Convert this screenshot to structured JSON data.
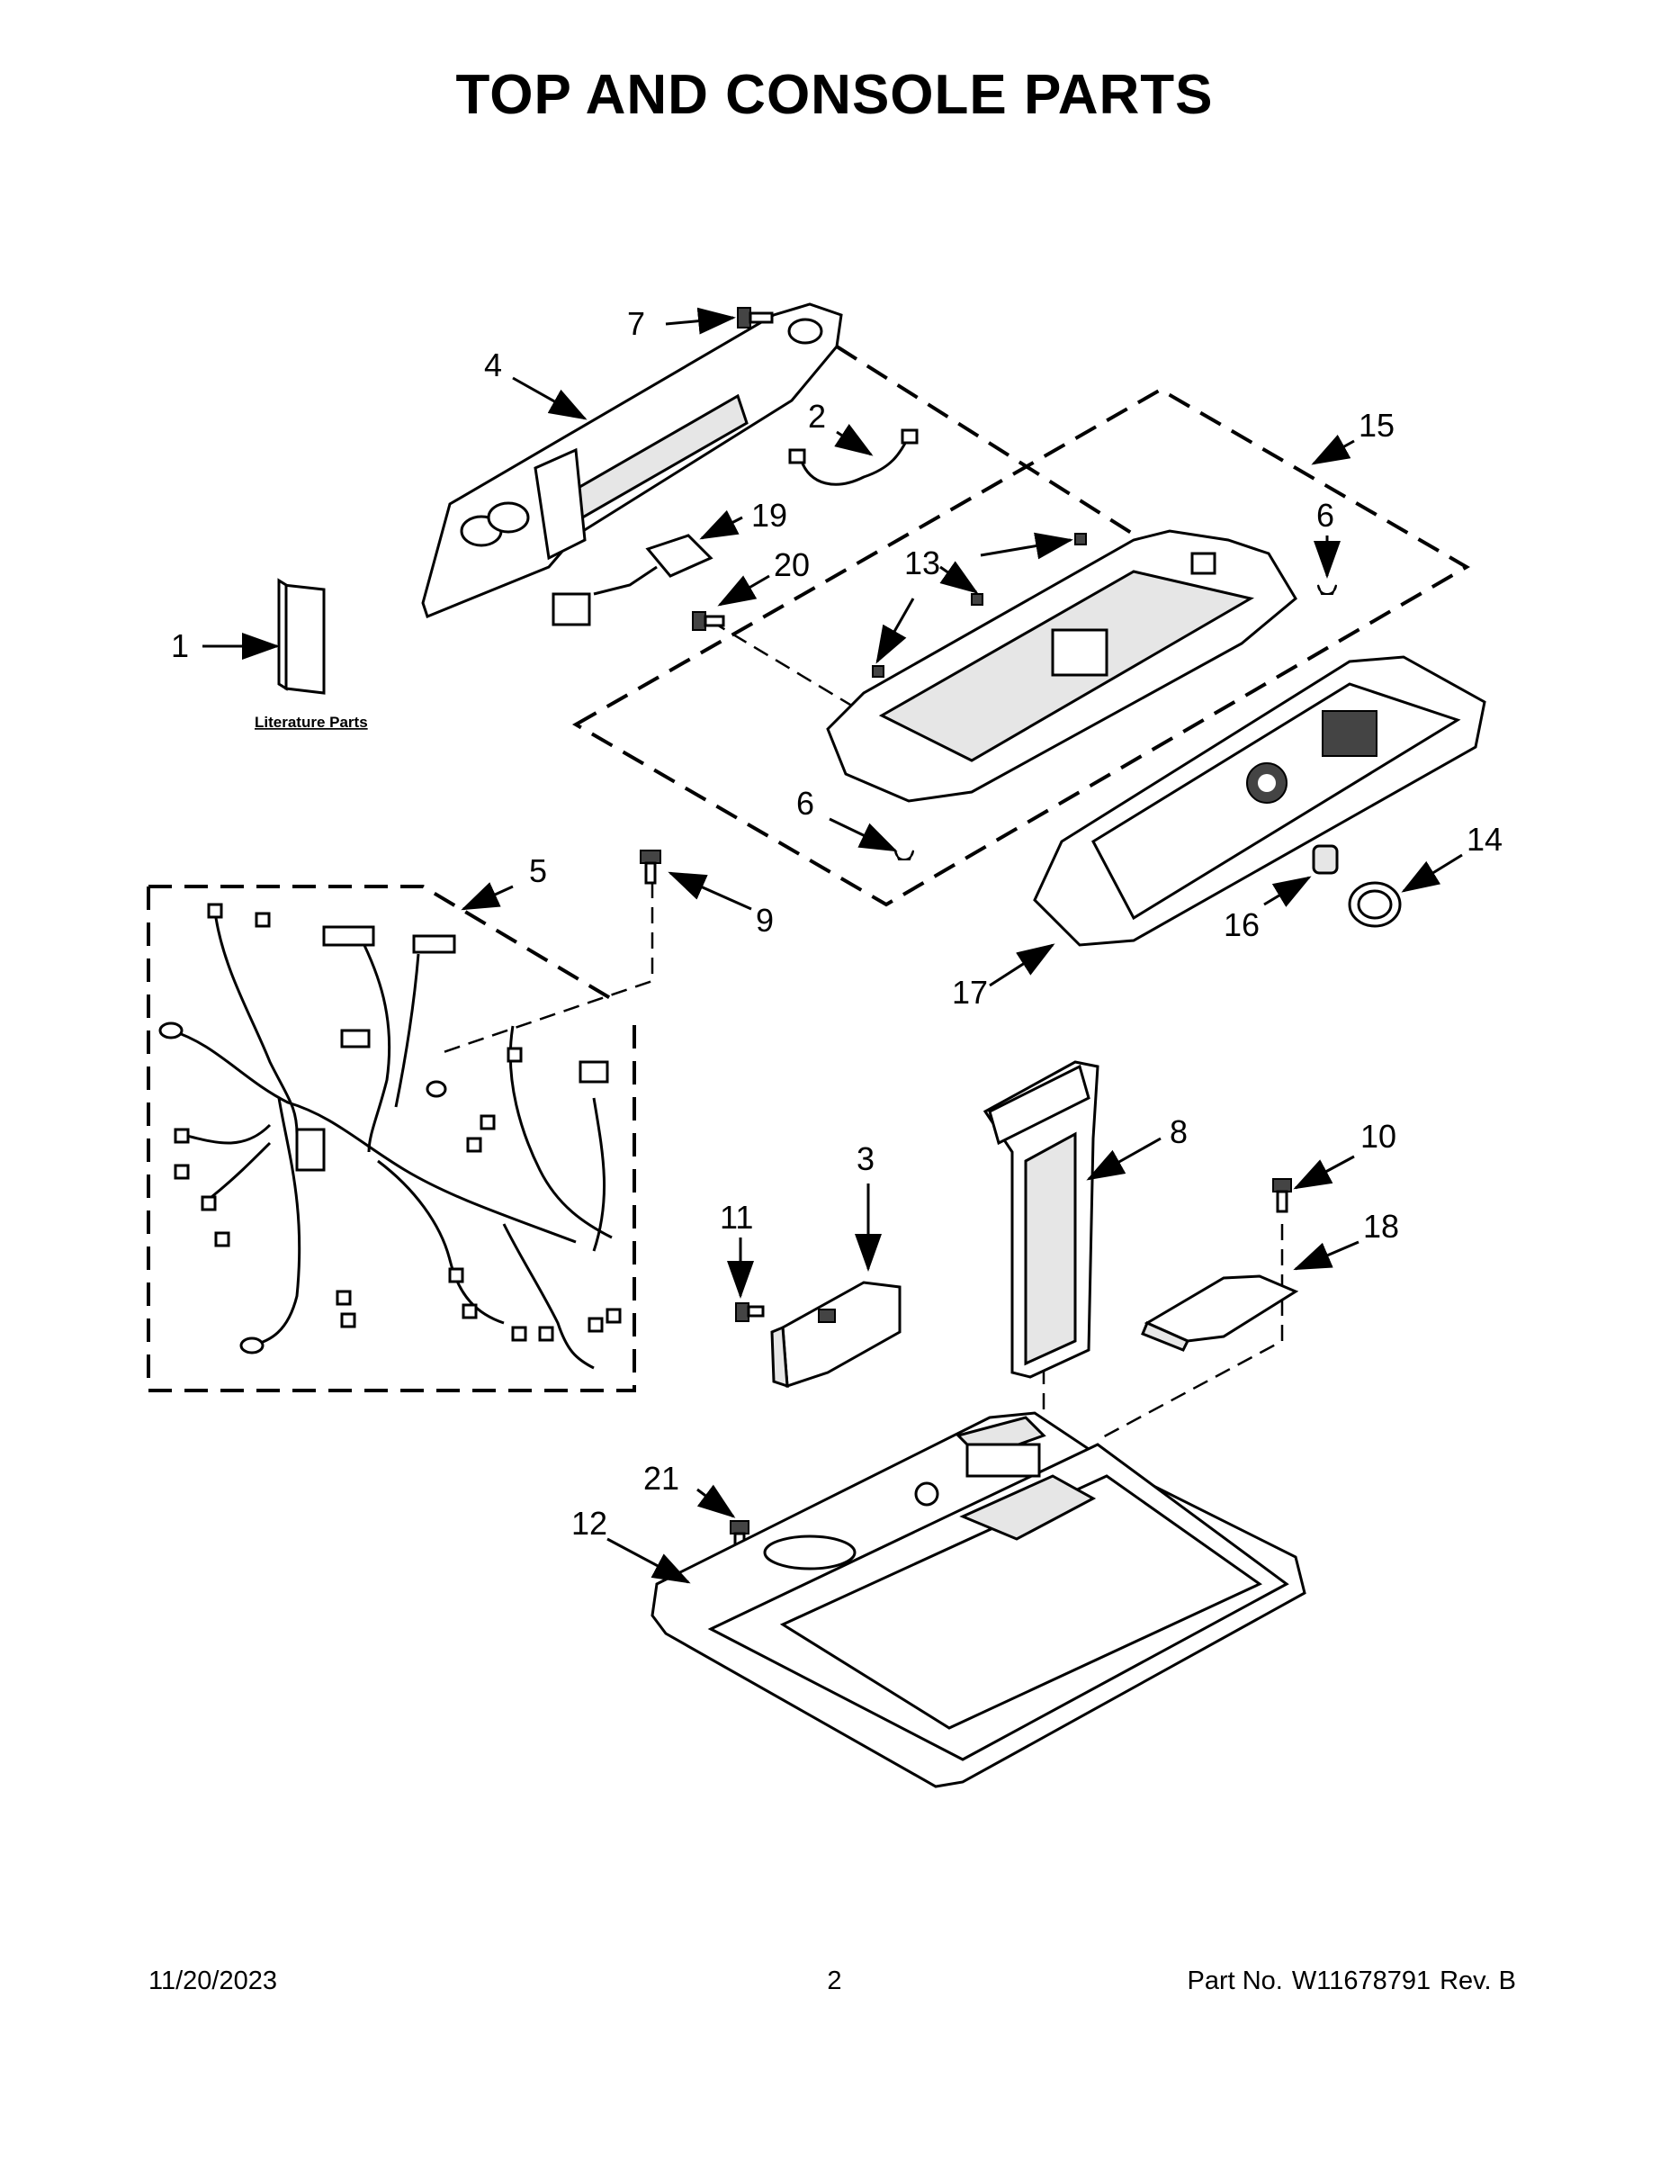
{
  "title": "TOP AND CONSOLE PARTS",
  "literature_label": "Literature Parts",
  "callouts": [
    "1",
    "2",
    "3",
    "4",
    "5",
    "6",
    "6",
    "7",
    "8",
    "9",
    "10",
    "11",
    "12",
    "13",
    "14",
    "15",
    "16",
    "17",
    "18",
    "19",
    "20",
    "21"
  ],
  "footer": {
    "date": "11/20/2023",
    "page": "2",
    "part_label": "Part No.",
    "part_number": "W11678791",
    "revision": "Rev.  B"
  }
}
